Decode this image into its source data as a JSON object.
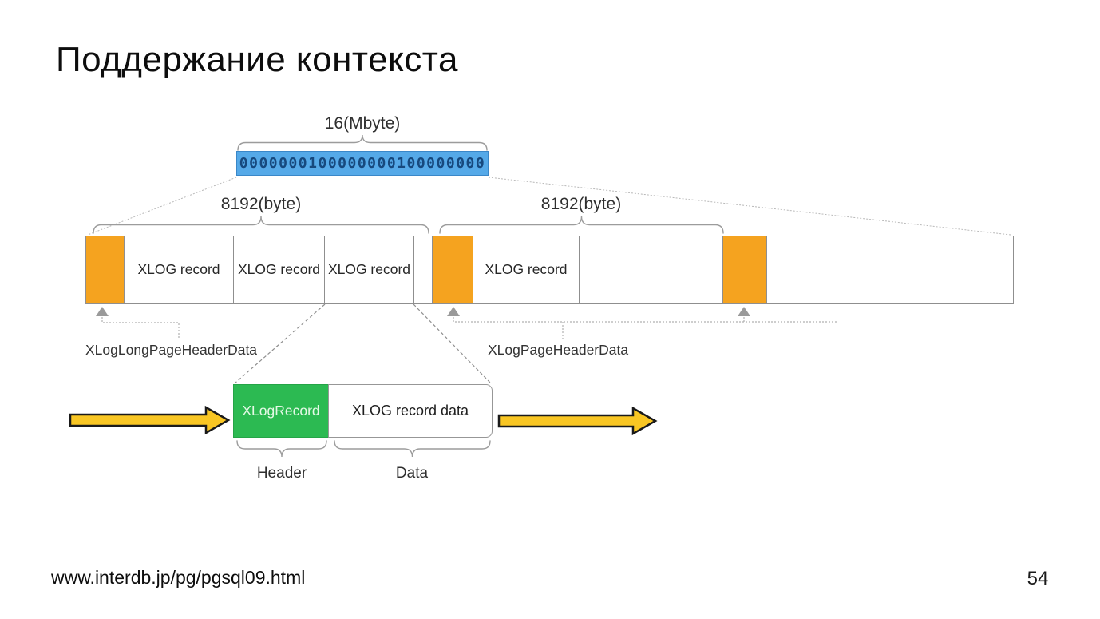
{
  "slide": {
    "title": "Поддержание контекста",
    "footer_url": "www.interdb.jp/pg/pgsql09.html",
    "page_number": "54"
  },
  "wal_segment": {
    "size_label": "16(Mbyte)",
    "binary_content": "0000000100000000100000000"
  },
  "pages": {
    "page1_size_label": "8192(byte)",
    "page2_size_label": "8192(byte)"
  },
  "main_bar": {
    "cells": [
      {
        "type": "page-header",
        "label": ""
      },
      {
        "type": "record",
        "label": "XLOG record"
      },
      {
        "type": "record",
        "label": "XLOG record"
      },
      {
        "type": "record",
        "label": "XLOG record"
      },
      {
        "type": "free-space",
        "label": ""
      },
      {
        "type": "page-header",
        "label": ""
      },
      {
        "type": "record",
        "label": "XLOG record"
      },
      {
        "type": "free-space",
        "label": ""
      },
      {
        "type": "page-header",
        "label": ""
      },
      {
        "type": "free-space",
        "label": ""
      }
    ]
  },
  "labels": {
    "long_page_header": "XLogLongPageHeaderData",
    "page_header": "XLogPageHeaderData"
  },
  "record_detail": {
    "header_box": "XLogRecord",
    "data_box": "XLOG record data",
    "header_label": "Header",
    "data_label": "Data"
  },
  "colors": {
    "segment_fill": "#55a9e8",
    "segment_text": "#17497e",
    "page_header_fill": "#f5a31f",
    "record_header_fill": "#2cba52",
    "flow_arrow_fill": "#f9c623"
  }
}
